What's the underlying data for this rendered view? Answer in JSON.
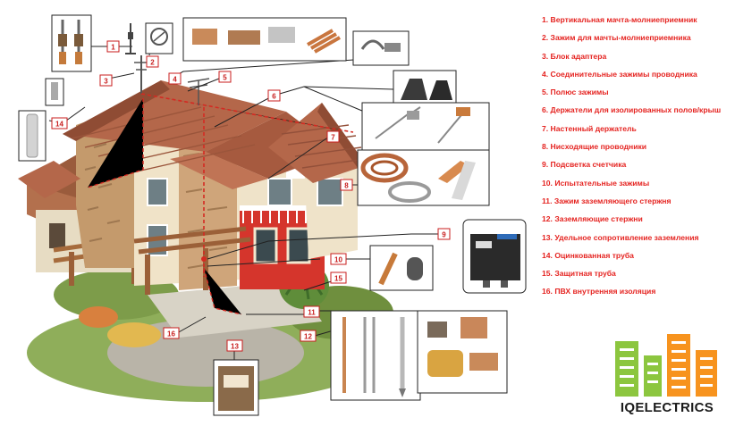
{
  "legend": [
    "1. Вертикальная мачта-молниеприемник",
    "2. Зажим для мачты-молниеприемника",
    "3. Блок адаптера",
    "4. Соединительные зажимы проводника",
    "5. Полюс зажимы",
    "6. Держатели для изолированных полов/крыш",
    "7. Настенный держатель",
    "8. Нисходящие проводники",
    "9. Подсветка счетчика",
    "10. Испытательные зажимы",
    "11. Зажим заземляющего стержня",
    "12. Заземляющие стержни",
    "13. Удельное сопротивление заземления",
    "14. Оцинкованная труба",
    "15. Защитная труба",
    "16. ПВХ внутренняя изоляция"
  ],
  "callouts": [
    "1",
    "2",
    "3",
    "4",
    "5",
    "6",
    "7",
    "8",
    "9",
    "10",
    "11",
    "12",
    "13",
    "14",
    "15",
    "16"
  ],
  "logo": {
    "text": "IQELECTRICS"
  },
  "colors": {
    "accent": "#e52421",
    "roof": "#b4674a",
    "wall": "#f1e6cf",
    "stone": "#c9a27a",
    "red_wall": "#d8332b",
    "logo_green": "#8cc63f",
    "logo_orange": "#f7931e"
  }
}
